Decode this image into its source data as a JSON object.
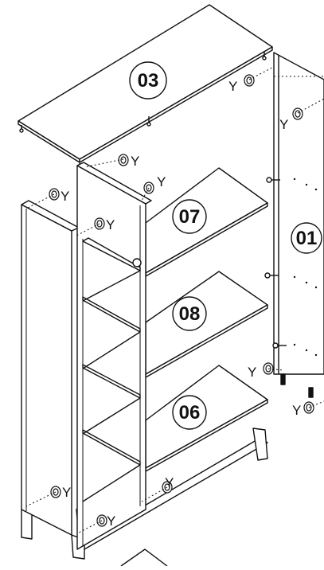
{
  "diagram": {
    "parts": {
      "top_panel": "03",
      "side_panel_right": "01",
      "shelf_upper": "07",
      "shelf_middle": "08",
      "shelf_lower": "06"
    },
    "fitting_label": "Y",
    "fitting_icon": "cam-lock-icon",
    "colors": {
      "line": "#111111",
      "panel": "#ffffff",
      "shade": "#cfcfcf"
    }
  }
}
